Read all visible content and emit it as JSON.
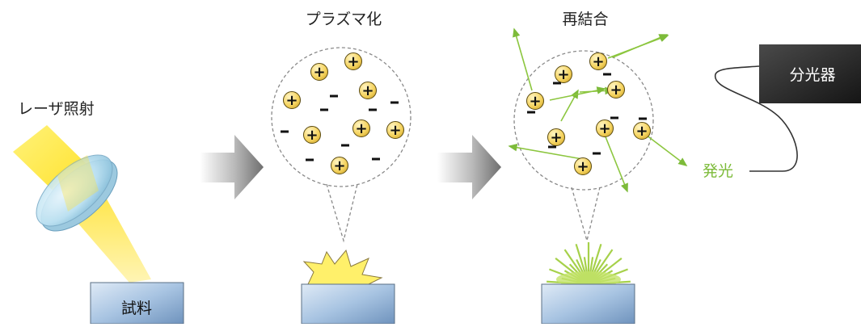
{
  "labels": {
    "laser": "レーザ照射",
    "sample": "試料",
    "plasma": "プラズマ化",
    "recombine": "再結合",
    "emission": "発光",
    "spectrometer": "分光器"
  },
  "symbols": {
    "ion": "+",
    "electron": "−"
  },
  "colors": {
    "laser_beam": "#ffe33a",
    "ion_fill": "#f5d35e",
    "emission_green": "#8cc63f",
    "spectrometer_box": "#3a3a3a",
    "sample_block": "#8fb3d9"
  }
}
